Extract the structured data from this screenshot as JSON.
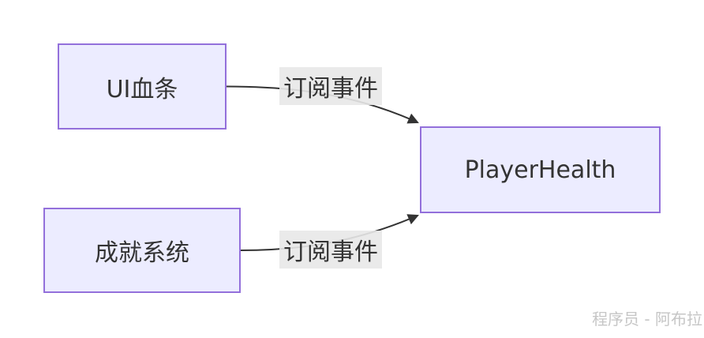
{
  "diagram": {
    "type": "flowchart",
    "direction": "left-to-right",
    "nodes": [
      {
        "id": "ui-health-bar",
        "label": "UI血条"
      },
      {
        "id": "achievement-system",
        "label": "成就系统"
      },
      {
        "id": "player-health",
        "label": "PlayerHealth"
      }
    ],
    "edges": [
      {
        "from": "ui-health-bar",
        "to": "player-health",
        "label": "订阅事件",
        "arrow": "filled-triangle"
      },
      {
        "from": "achievement-system",
        "to": "player-health",
        "label": "订阅事件",
        "arrow": "filled-triangle"
      }
    ],
    "colors": {
      "node_fill": "#ECECFF",
      "node_border": "#9370DB",
      "edge_stroke": "#333333",
      "edge_label_background": "#e8e8e8",
      "text": "#333333",
      "background": "#ffffff",
      "watermark_text": "#c6c6c6"
    }
  },
  "watermark": {
    "text": "程序员 - 阿布拉"
  }
}
